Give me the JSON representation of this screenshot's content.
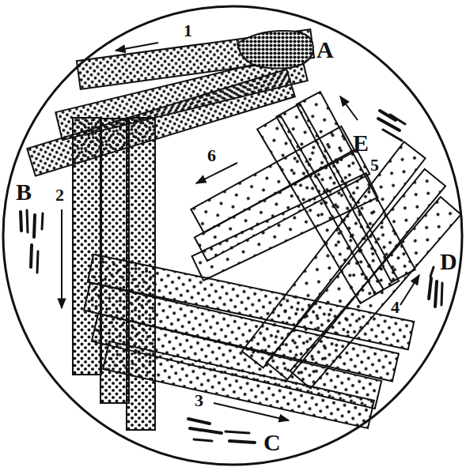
{
  "diagram": {
    "labels": [
      "1",
      "A",
      "E",
      "5",
      "6",
      "B",
      "2",
      "D",
      "4",
      "3",
      "C"
    ]
  }
}
